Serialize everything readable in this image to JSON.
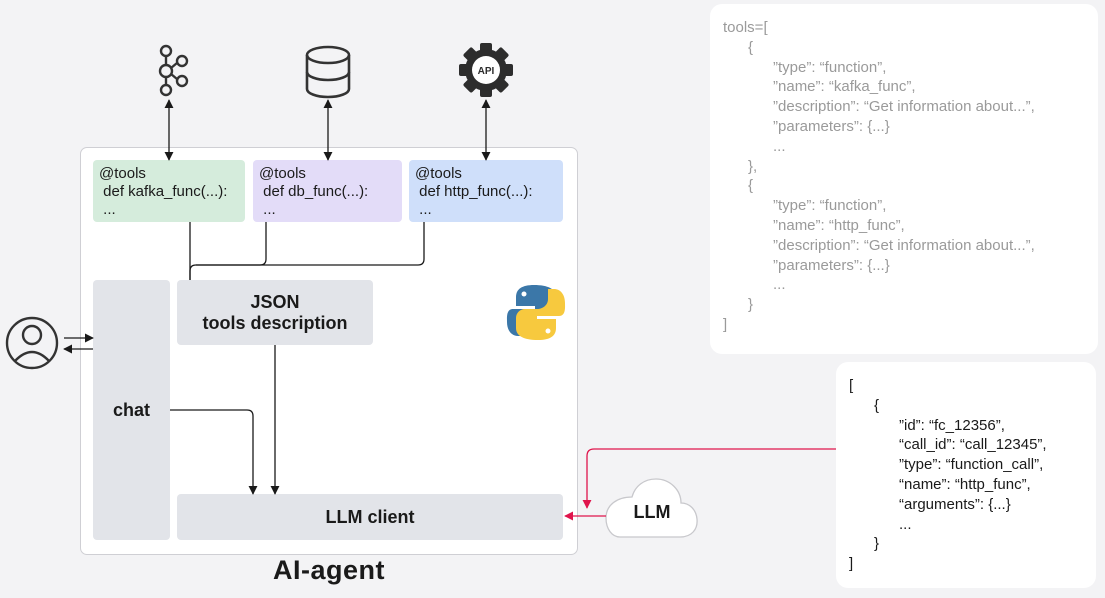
{
  "agent": {
    "title": "AI-agent",
    "tools": [
      {
        "decorator": "@tools",
        "def": " def kafka_func(...):",
        "body": " ...",
        "color": "#d5ecdc"
      },
      {
        "decorator": "@tools",
        "def": " def db_func(...):",
        "body": " ...",
        "color": "#e3dcf8"
      },
      {
        "decorator": "@tools",
        "def": " def http_func(...):",
        "body": " ...",
        "color": "#cfdffa"
      }
    ],
    "json_box": {
      "line1": "JSON",
      "line2": "tools description"
    },
    "chat_label": "chat",
    "llm_client_label": "LLM client"
  },
  "icons": [
    "kafka-icon",
    "database-icon",
    "api-gear-icon",
    "user-icon",
    "python-logo-icon"
  ],
  "api_label": "API",
  "llm_cloud_label": "LLM",
  "tools_schema_lines": [
    "tools=[",
    "      {",
    "            ”type”: “function”,",
    "            ”name”: “kafka_func”,",
    "            ”description”: “Get information about...”,",
    "            ”parameters”: {...}",
    "            ...",
    "      },",
    "      {",
    "            ”type”: “function”,",
    "            ”name”: “http_func”,",
    "            ”description”: “Get information about...”,",
    "            ”parameters”: {...}",
    "            ...",
    "      }",
    "]"
  ],
  "function_call_lines": [
    "[",
    "      {",
    "            ”id”: “fc_12356”,",
    "            “call_id”: “call_12345”,",
    "            ”type”: “function_call”,",
    "            “name”: “http_func”,",
    "            “arguments”: {...}",
    "            ...",
    "      }",
    "]"
  ],
  "colors": {
    "accent_red": "#e0144c",
    "box_gray": "#e2e4e9",
    "python_blue": "#3b77a8",
    "python_yellow": "#f7c93e"
  }
}
